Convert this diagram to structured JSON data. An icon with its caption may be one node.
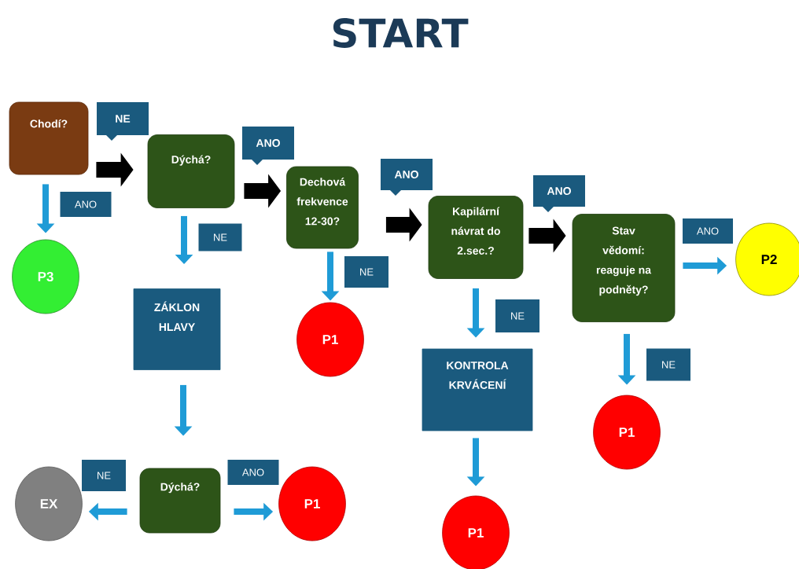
{
  "diagram": {
    "title": "START",
    "nodes": [
      {
        "text": [
          "Chodí?"
        ]
      },
      {
        "text": [
          "Dýchá?"
        ]
      },
      {
        "text": [
          "Dechová frekvence 12-30?"
        ]
      },
      {
        "text": [
          "Kapilární návrat do 2.sec.?"
        ]
      },
      {
        "text": [
          "Stav vědomí: reaguje na podněty?"
        ]
      },
      {
        "text": [
          "P3"
        ]
      },
      {
        "text": [
          "ZÁKLON HLAVY"
        ]
      },
      {
        "text": [
          "P1"
        ]
      },
      {
        "text": [
          "KONTROLA KRVÁCENÍ"
        ]
      },
      {
        "text": [
          "P2"
        ]
      },
      {
        "text": [
          "P1"
        ]
      },
      {
        "text": [
          "Dýchá?"
        ]
      },
      {
        "text": [
          "EX"
        ]
      },
      {
        "text": [
          "P1"
        ]
      },
      {
        "text": [
          "P1"
        ]
      }
    ],
    "edges": [
      {
        "from": 0,
        "to": 1,
        "arrow": "to",
        "label": "NE",
        "style": "thick",
        "color": "#000000"
      },
      {
        "from": 1,
        "to": 2,
        "arrow": "to",
        "label": "ANO",
        "style": "thick",
        "color": "#000000"
      },
      {
        "from": 2,
        "to": 3,
        "arrow": "to",
        "label": "ANO",
        "style": "thick",
        "color": "#000000"
      },
      {
        "from": 3,
        "to": 4,
        "arrow": "to",
        "label": "ANO",
        "style": "thick",
        "color": "#000000"
      },
      {
        "from": 4,
        "to": 9,
        "arrow": "to",
        "label": "ANO"
      },
      {
        "from": 0,
        "to": 5,
        "arrow": "to",
        "label": "ANO"
      },
      {
        "from": 1,
        "to": 6,
        "arrow": "to",
        "label": "NE"
      },
      {
        "from": 2,
        "to": 7,
        "arrow": "to",
        "label": "NE"
      },
      {
        "from": 3,
        "to": 8,
        "arrow": "to",
        "label": "NE"
      },
      {
        "from": 4,
        "to": 10,
        "arrow": "to",
        "label": "NE"
      },
      {
        "from": 6,
        "to": 11,
        "arrow": "to"
      },
      {
        "from": 11,
        "to": 12,
        "arrow": "to",
        "label": "NE"
      },
      {
        "from": 11,
        "to": 13,
        "arrow": "to",
        "label": "ANO"
      },
      {
        "from": 8,
        "to": 14,
        "arrow": "to"
      }
    ]
  }
}
